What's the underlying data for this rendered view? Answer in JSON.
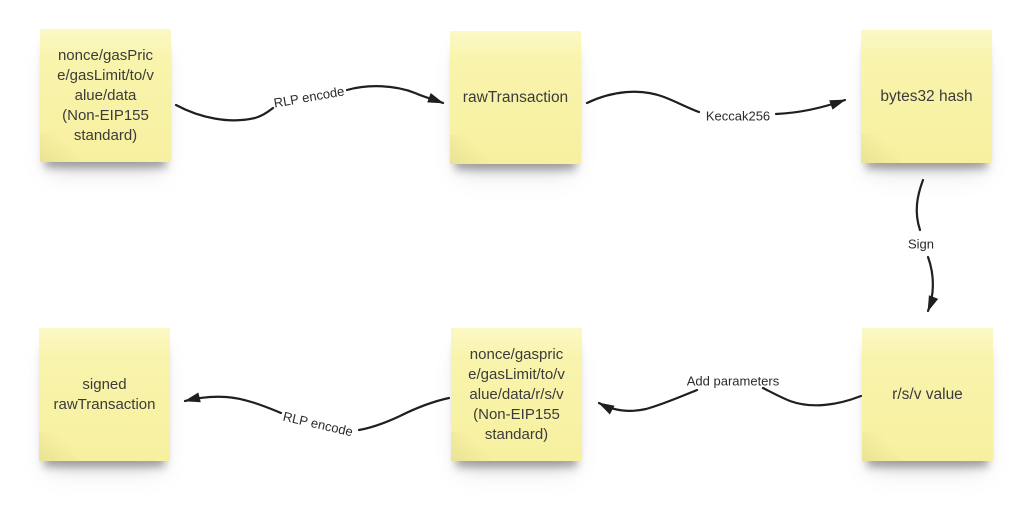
{
  "style": {
    "canvas_background": "#ffffff",
    "note_fill_top": "#fbf8c6",
    "note_fill_bottom": "#f7f0a0",
    "note_text_color": "#3b3b3b",
    "connector_color": "#1f1f1f",
    "edge_label_color": "#2b2b2b"
  },
  "diagram": {
    "type": "flowchart",
    "nodes": [
      {
        "id": "tx-fields",
        "label": "nonce/gasPric\ne/gasLimit/to/v\nalue/data\n(Non-EIP155\nstandard)"
      },
      {
        "id": "raw-transaction",
        "label": "rawTransaction"
      },
      {
        "id": "bytes32-hash",
        "label": "bytes32 hash"
      },
      {
        "id": "rsv-value",
        "label": "r/s/v value"
      },
      {
        "id": "tx-fields-with-rsv",
        "label": "nonce/gaspric\ne/gasLimit/to/v\nalue/data/r/s/v\n(Non-EIP155\nstandard)"
      },
      {
        "id": "signed-raw-transaction",
        "label": "signed\nrawTransaction"
      }
    ],
    "edges": [
      {
        "from": "tx-fields",
        "to": "raw-transaction",
        "label": "RLP encode"
      },
      {
        "from": "raw-transaction",
        "to": "bytes32-hash",
        "label": "Keccak256"
      },
      {
        "from": "bytes32-hash",
        "to": "rsv-value",
        "label": "Sign"
      },
      {
        "from": "rsv-value",
        "to": "tx-fields-with-rsv",
        "label": "Add parameters"
      },
      {
        "from": "tx-fields-with-rsv",
        "to": "signed-raw-transaction",
        "label": "RLP encode"
      }
    ]
  }
}
